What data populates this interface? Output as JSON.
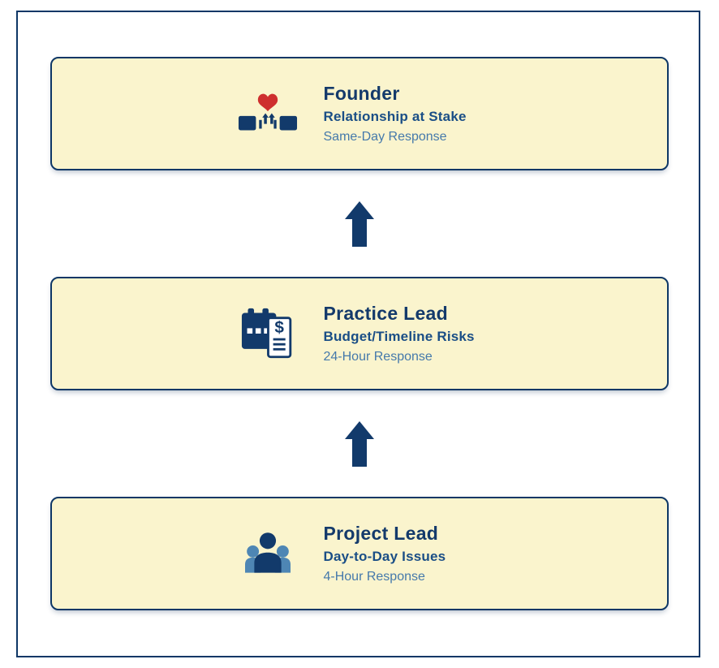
{
  "page": {
    "background_color": "#ffffff",
    "frame_border_color": "#0e3766"
  },
  "colors": {
    "card_background": "#faf4cd",
    "card_border": "#0e3766",
    "title_text": "#143a6b",
    "issue_text": "#1a4e86",
    "response_text": "#4579ab",
    "arrow": "#123a6b",
    "icon_navy": "#123a6b",
    "icon_light_blue": "#4e86b4",
    "icon_heart_red": "#ce2f2e"
  },
  "escalation_levels": [
    {
      "title": "Founder",
      "issue_type": "Relationship at Stake",
      "response_time": "Same-Day Response",
      "icon": "handshake-heart-icon"
    },
    {
      "title": "Practice Lead",
      "issue_type": "Budget/Timeline Risks",
      "response_time": "24-Hour Response",
      "icon": "calendar-invoice-icon"
    },
    {
      "title": "Project Lead",
      "issue_type": "Day-to-Day Issues",
      "response_time": "4-Hour Response",
      "icon": "team-icon"
    }
  ],
  "arrows": {
    "direction": "up",
    "count": 2
  }
}
